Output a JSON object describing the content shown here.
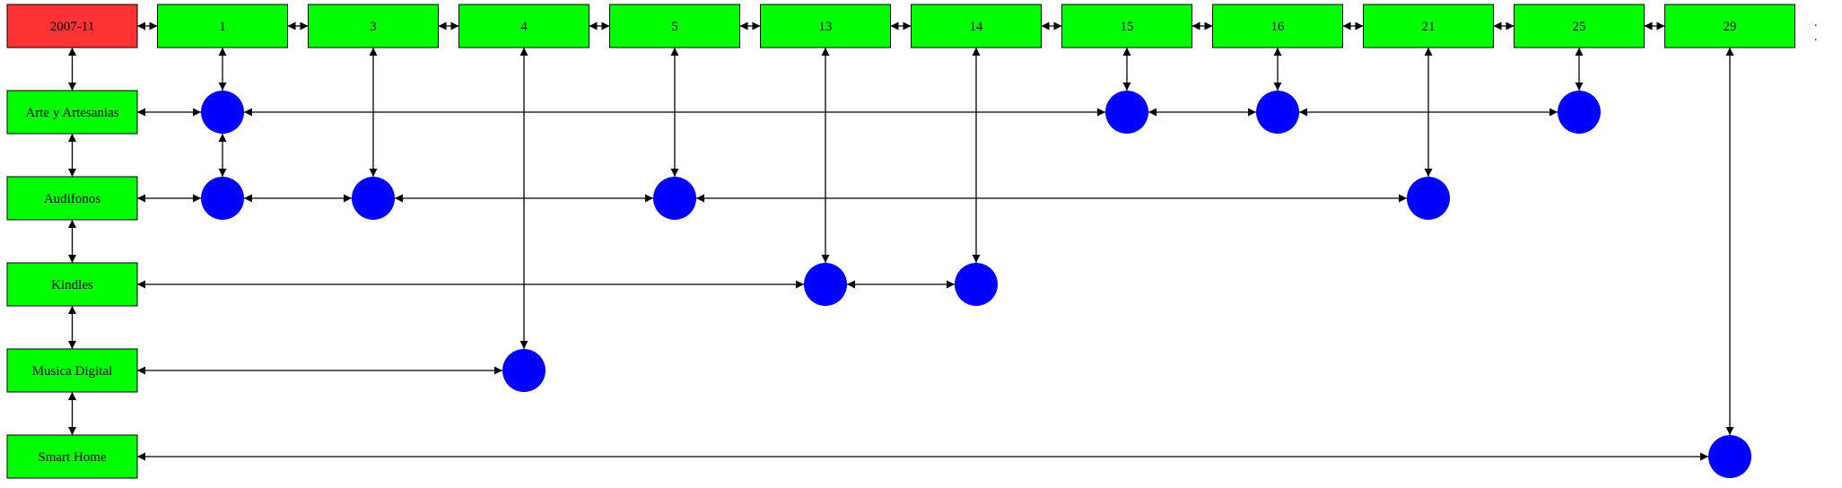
{
  "header": {
    "root_label": "2007-11",
    "root_color": "#ff3333",
    "columns": [
      "1",
      "3",
      "4",
      "5",
      "13",
      "14",
      "15",
      "16",
      "21",
      "25",
      "29"
    ]
  },
  "rows": [
    "Arte y Artesanias",
    "Audifonos",
    "Kindles",
    "Musica Digital",
    "Smart Home"
  ],
  "cells": [
    {
      "row": 0,
      "cols": [
        "1",
        "15",
        "16",
        "25"
      ]
    },
    {
      "row": 1,
      "cols": [
        "1",
        "3",
        "5",
        "21"
      ]
    },
    {
      "row": 2,
      "cols": [
        "13",
        "14"
      ]
    },
    {
      "row": 3,
      "cols": [
        "4"
      ]
    },
    {
      "row": 4,
      "cols": [
        "29"
      ]
    }
  ],
  "colors": {
    "box_fill": "#00ff00",
    "node_fill": "#0000ff",
    "line": "#000000"
  },
  "trailing_mark": ". ."
}
